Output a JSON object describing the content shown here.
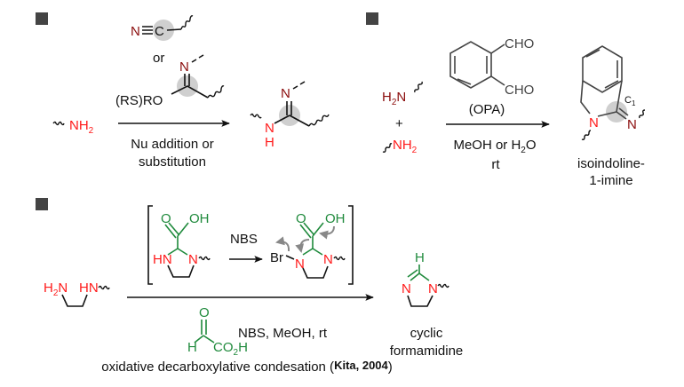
{
  "colors": {
    "amine_red": "#ff1a1a",
    "imine_darkred": "#8b0d0d",
    "reagent_green": "#1f8a3c",
    "highlight_gray": "#cfcfcf",
    "bullet": "#444444"
  },
  "panel1": {
    "nitrile_N": "N",
    "nitrile_C": "C",
    "or_label": "or",
    "imidate_N": "N",
    "imidate_RO": "(RS)RO",
    "amine": "NH",
    "amine_sub": "2",
    "conditions_line1": "Nu addition or",
    "conditions_line2": "substitution",
    "product_imine_N": "N",
    "product_N": "N",
    "product_H": "H"
  },
  "panel2": {
    "amine1": "H",
    "amine1_sub": "2",
    "amine1_N": "N",
    "plus": "+",
    "amine2": "NH",
    "amine2_sub": "2",
    "cho_top": "CHO",
    "cho_bottom": "CHO",
    "reagent_label": "(OPA)",
    "conditions_line1_a": "MeOH or H",
    "conditions_line1_sub": "2",
    "conditions_line1_b": "O",
    "conditions_line2": "rt",
    "product_N_ring": "N",
    "product_N_imine": "N",
    "c1_label": "C",
    "c1_sub": "1",
    "product_name_line1": "isoindoline-",
    "product_name_line2": "1-imine"
  },
  "panel3": {
    "sm_left": "H",
    "sm_left_sub": "2",
    "sm_left_N": "N",
    "sm_right": "HN",
    "int1_O": "O",
    "int1_OH": "OH",
    "int1_HN": "HN",
    "int1_N": "N",
    "int_arrow_label": "NBS",
    "int2_O": "O",
    "int2_OH": "OH",
    "int2_Br": "Br",
    "int2_N1": "N",
    "int2_N2": "N",
    "glyox_O": "O",
    "glyox_H": "H",
    "glyox_CO": "CO",
    "glyox_sub": "2",
    "glyox_H2": "H",
    "conditions": "NBS, MeOH, rt",
    "caption_a": "oxidative decarboxylative condesation (",
    "caption_cite": "Kita, 2004",
    "caption_b": ")",
    "product_H": "H",
    "product_N1": "N",
    "product_N2": "N",
    "product_name_line1": "cyclic",
    "product_name_line2": "formamidine"
  }
}
